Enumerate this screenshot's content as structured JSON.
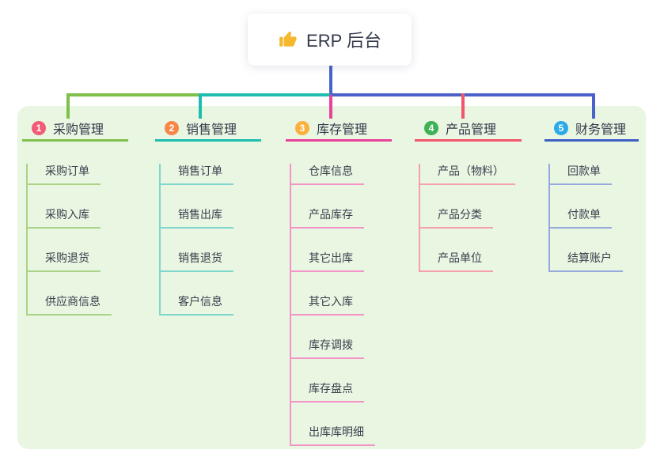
{
  "root": {
    "label": "ERP 后台",
    "icon": "thumbs-up-icon"
  },
  "colors": {
    "panel_bg": "#e8f6e2",
    "connector": "#4a61c9",
    "text": "#33394a"
  },
  "branches": [
    {
      "badge": "1",
      "label": "采购管理",
      "colors": {
        "badge": "#f25c77",
        "line": "#7fbf4a",
        "child_line": "#aad387"
      },
      "children": [
        "采购订单",
        "采购入库",
        "采购退货",
        "供应商信息"
      ]
    },
    {
      "badge": "2",
      "label": "销售管理",
      "colors": {
        "badge": "#f78748",
        "line": "#1fbdb0",
        "child_line": "#7fd6cc"
      },
      "children": [
        "销售订单",
        "销售出库",
        "销售退货",
        "客户信息"
      ]
    },
    {
      "badge": "3",
      "label": "库存管理",
      "colors": {
        "badge": "#fbb03c",
        "line": "#e9429a",
        "child_line": "#f494c6"
      },
      "children": [
        "仓库信息",
        "产品库存",
        "其它出库",
        "其它入库",
        "库存调拨",
        "库存盘点",
        "出库库明细"
      ]
    },
    {
      "badge": "4",
      "label": "产品管理",
      "colors": {
        "badge": "#3db256",
        "line": "#f2556c",
        "child_line": "#f7a0ad"
      },
      "children": [
        "产品（物料）",
        "产品分类",
        "产品单位"
      ]
    },
    {
      "badge": "5",
      "label": "财务管理",
      "colors": {
        "badge": "#2ba9e8",
        "line": "#3f5fc5",
        "child_line": "#97a9dc"
      },
      "children": [
        "回款单",
        "付款单",
        "结算账户"
      ]
    }
  ]
}
